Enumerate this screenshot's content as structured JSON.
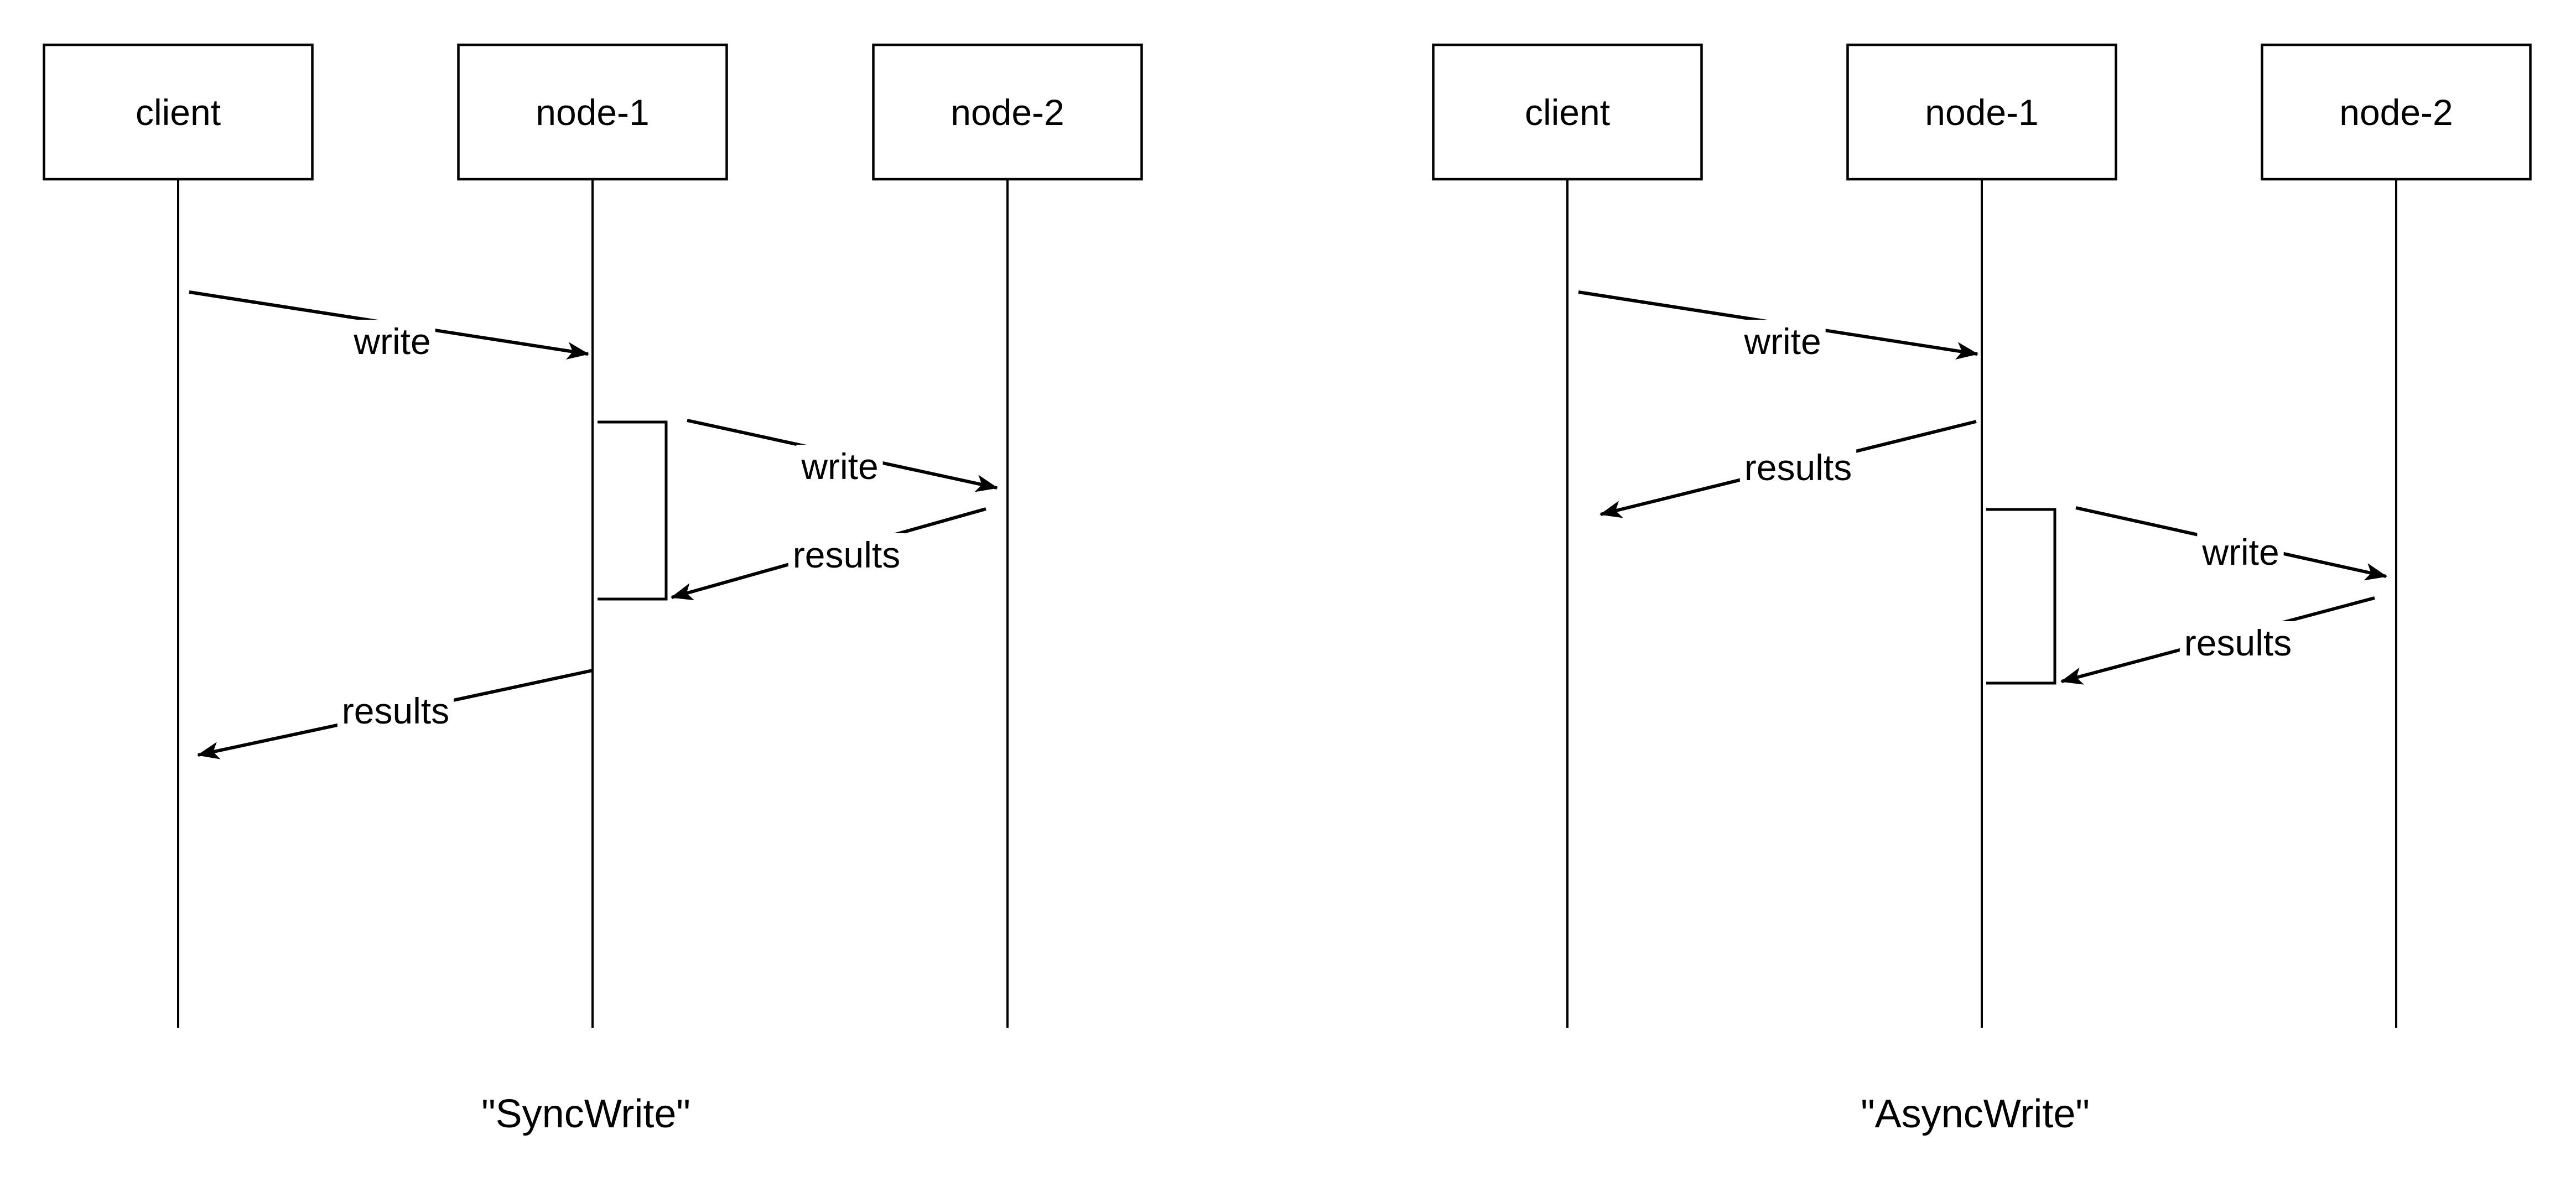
{
  "colors": {
    "line": "#000000",
    "background": "#ffffff"
  },
  "diagrams": [
    {
      "caption": "\"SyncWrite\"",
      "actors": [
        {
          "label": "client"
        },
        {
          "label": "node-1"
        },
        {
          "label": "node-2"
        }
      ],
      "messages": [
        {
          "label": "write",
          "from": "client",
          "to": "node-1"
        },
        {
          "label": "write",
          "from": "node-1",
          "to": "node-2"
        },
        {
          "label": "results",
          "from": "node-2",
          "to": "node-1"
        },
        {
          "label": "results",
          "from": "node-1",
          "to": "client"
        }
      ]
    },
    {
      "caption": "\"AsyncWrite\"",
      "actors": [
        {
          "label": "client"
        },
        {
          "label": "node-1"
        },
        {
          "label": "node-2"
        }
      ],
      "messages": [
        {
          "label": "write",
          "from": "client",
          "to": "node-1"
        },
        {
          "label": "results",
          "from": "node-1",
          "to": "client"
        },
        {
          "label": "write",
          "from": "node-1",
          "to": "node-2"
        },
        {
          "label": "results",
          "from": "node-2",
          "to": "node-1"
        }
      ]
    }
  ]
}
